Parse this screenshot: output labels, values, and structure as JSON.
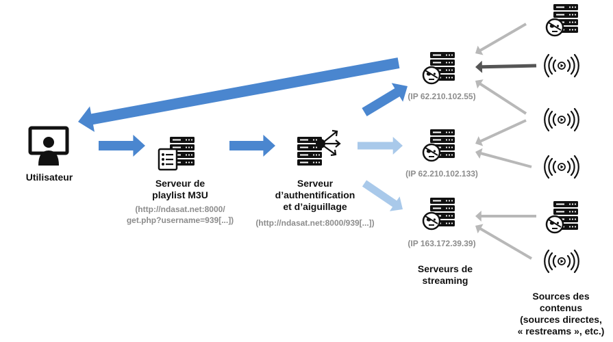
{
  "colors": {
    "primary_arrow": "#4a86cf",
    "light_arrow": "#a9c9ea",
    "gray_arrow": "#b8b8b8",
    "dark_arrow": "#555555",
    "icon": "#111111",
    "sub_text": "#8c8c8c"
  },
  "user": {
    "label": "Utilisateur",
    "icon": "user-monitor-icon"
  },
  "playlist_server": {
    "title_line1": "Serveur de",
    "title_line2": "playlist M3U",
    "url_line1": "(http://ndasat.net:8000/",
    "url_line2": "get.php?username=939[...])",
    "icon": "server-list-icon"
  },
  "auth_server": {
    "title_line1": "Serveur",
    "title_line2": "d’authentification",
    "title_line3": "et d’aiguillage",
    "url": "(http://ndasat.net:8000/939[...])",
    "icon": "server-routing-icon"
  },
  "streaming_servers": {
    "caption_line1": "Serveurs de",
    "caption_line2": "streaming",
    "servers": [
      {
        "ip": "(IP 62.210.102.55)",
        "icon": "pirate-server-icon"
      },
      {
        "ip": "(IP 62.210.102.133)",
        "icon": "pirate-server-icon"
      },
      {
        "ip": "(IP 163.172.39.39)",
        "icon": "pirate-server-icon"
      }
    ]
  },
  "sources": {
    "caption_line1": "Sources des",
    "caption_line2": "contenus",
    "caption_line3": "(sources directes,",
    "caption_line4": "« restreams », etc.)",
    "items": [
      {
        "icon": "pirate-server-icon"
      },
      {
        "icon": "broadcast-icon"
      },
      {
        "icon": "broadcast-icon"
      },
      {
        "icon": "broadcast-icon"
      },
      {
        "icon": "pirate-server-icon"
      },
      {
        "icon": "broadcast-icon"
      }
    ]
  }
}
